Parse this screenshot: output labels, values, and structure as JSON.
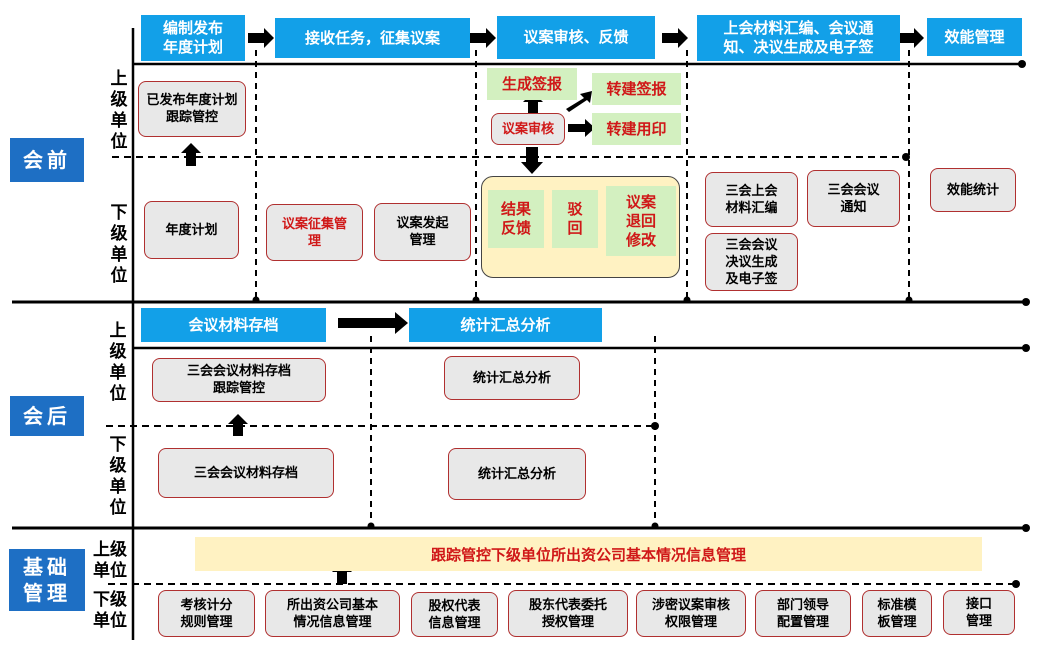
{
  "headers": {
    "h1": "编制发布\n年度计划",
    "h2": "接收任务，征集议案",
    "h3": "议案审核、反馈",
    "h4": "上会材料汇编、会议通\n知、决议生成及电子签",
    "h5": "效能管理",
    "h6": "会议材料存档",
    "h7": "统计汇总分析"
  },
  "phases": {
    "pre": "会前",
    "post": "会后",
    "base": "基础\n管理"
  },
  "lanes": {
    "pre_upper": "上\n级\n单\n位",
    "pre_lower": "下\n级\n单\n位",
    "post_upper": "上\n级\n单\n位",
    "post_lower": "下\n级\n单\n位",
    "base_upper": "上级\n单位",
    "base_lower": "下级\n单位"
  },
  "pre": {
    "published_plan_tracking": "已发布年度计划\n跟踪管控",
    "annual_plan": "年度计划",
    "proposal_collection": "议案征集管\n理",
    "proposal_initiation": "议案发起\n管理",
    "generate_report": "生成签报",
    "convert_report": "转建签报",
    "convert_seal": "转建用印",
    "proposal_review": "议案审核",
    "result_feedback": "结果\n反馈",
    "reject": "驳\n回",
    "proposal_return": "议案\n退回\n修改",
    "materials_compile": "三会上会\n材料汇编",
    "meeting_notice": "三会会议\n通知",
    "resolution_generate": "三会会议\n决议生成\n及电子签",
    "efficiency_stats": "效能统计"
  },
  "post": {
    "archive_tracking": "三会会议材料存档\n跟踪管控",
    "stats_upper": "统计汇总分析",
    "archive_lower": "三会会议材料存档",
    "stats_lower": "统计汇总分析"
  },
  "base": {
    "banner": "跟踪管控下级单位所出资公司基本情况信息管理",
    "items": [
      "考核计分\n规则管理",
      "所出资公司基本\n情况信息管理",
      "股权代表\n信息管理",
      "股东代表委托\n授权管理",
      "涉密议案审核\n权限管理",
      "部门领导\n配置管理",
      "标准模\n板管理",
      "接口\n管理"
    ]
  },
  "colors": {
    "header_blue": "#12a0e8",
    "phase_blue": "#1e6fc4",
    "box_border": "#b03030",
    "box_fill": "#e8e8e8",
    "highlight_green": "#d3f0c0",
    "highlight_yellow": "#fff2c2",
    "red_text": "#d01818"
  }
}
